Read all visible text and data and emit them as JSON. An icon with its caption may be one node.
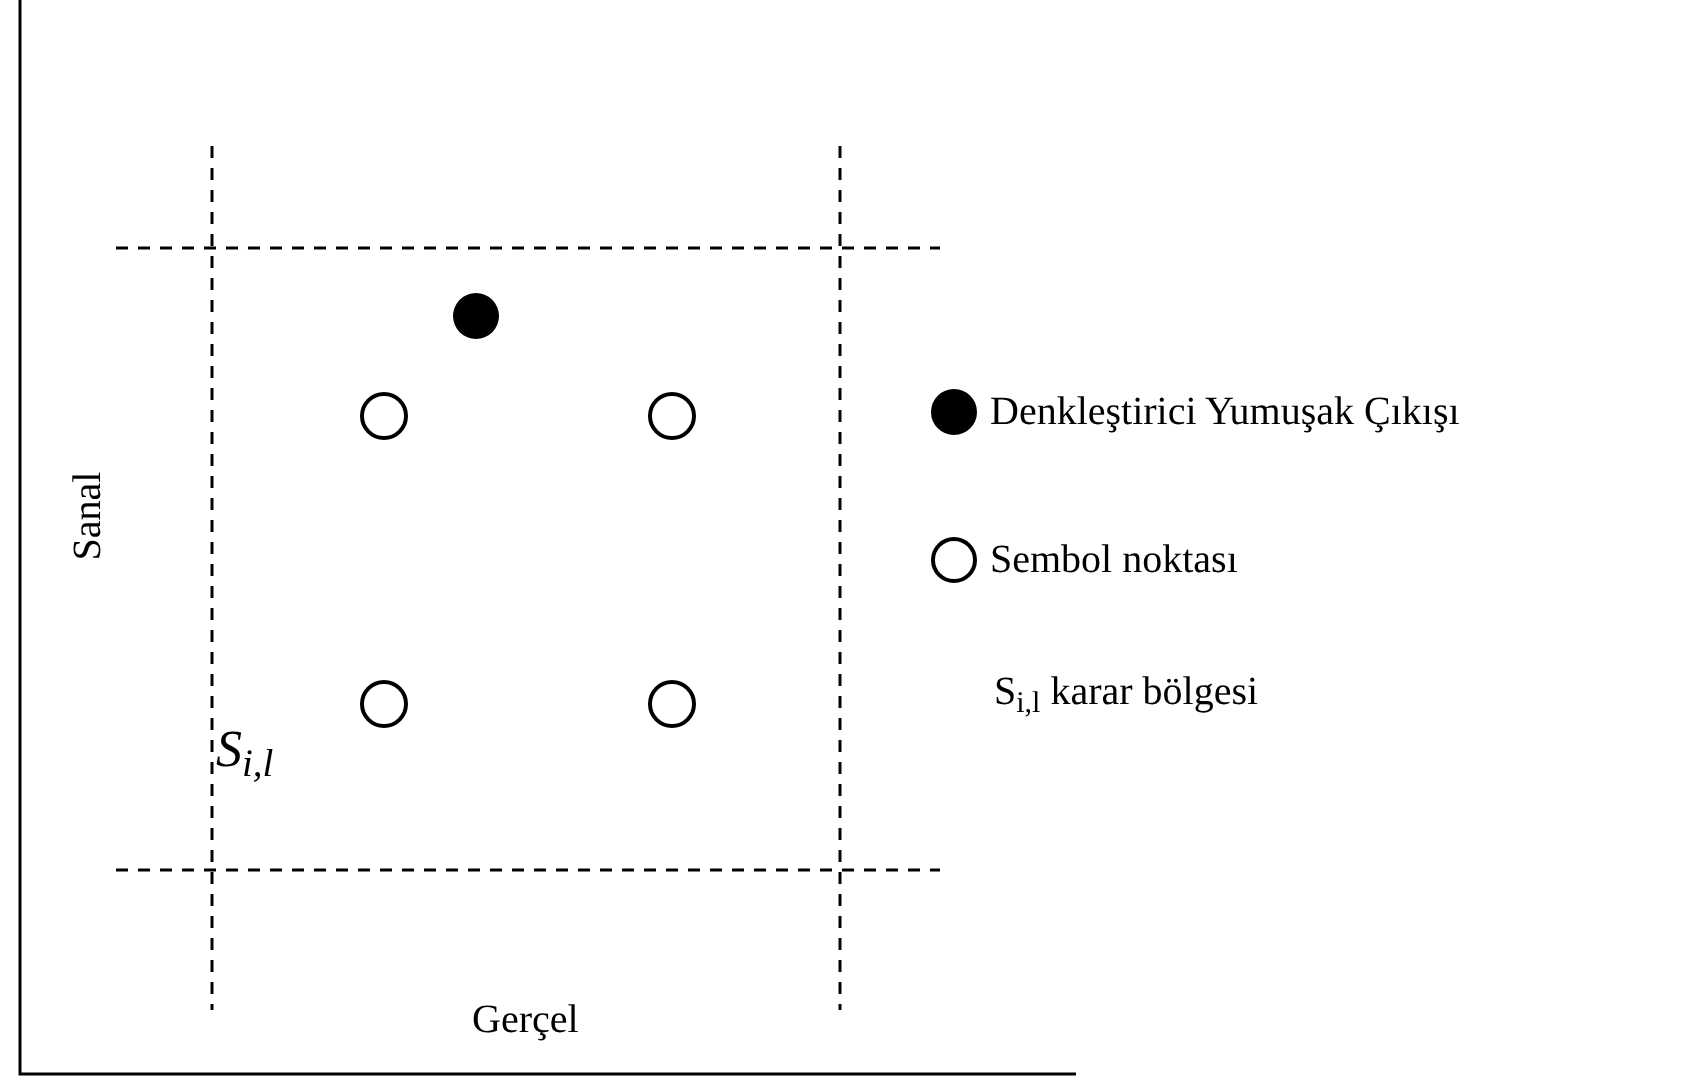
{
  "diagram": {
    "labels": [
      "Sanal",
      "Gerçel",
      "S$_{i,l}$",
      "S$_{i,l}$ karar bölgesi"
    ],
    "legend": [
      {
        "text": "Denkleştirici Yumuşak Çıkışı"
      },
      {
        "text": "Sembol noktası"
      }
    ]
  }
}
